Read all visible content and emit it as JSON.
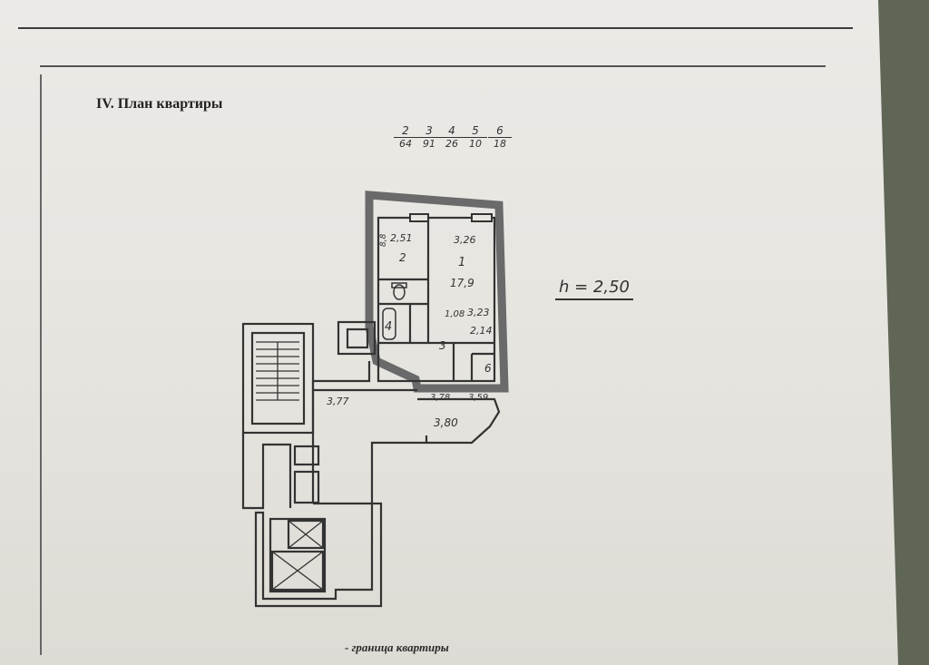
{
  "title": "IV. План квартиры",
  "header_fractions": [
    {
      "top": "2",
      "bottom": "64"
    },
    {
      "top": "3",
      "bottom": "91"
    },
    {
      "top": "4",
      "bottom": "26"
    },
    {
      "top": "5",
      "bottom": "10"
    },
    {
      "top": "6",
      "bottom": "18"
    }
  ],
  "ceiling_height_note": "h = 2,50",
  "plan_labels": {
    "room1_number": "1",
    "room1_area": "17,9",
    "room1_width": "3,26",
    "room2_number": "2",
    "room2_width": "2,51",
    "room2_side": "8,8",
    "room3_number": "3",
    "room3_width": "3,23",
    "room3_area": "2,14",
    "room4_number": "4",
    "room4_len": "1,08",
    "room6_number": "6",
    "dim_377": "3,77",
    "dim_378": "3,78",
    "dim_359": "3,59",
    "dim_380": "3,80"
  },
  "legend": "- граница квартиры"
}
